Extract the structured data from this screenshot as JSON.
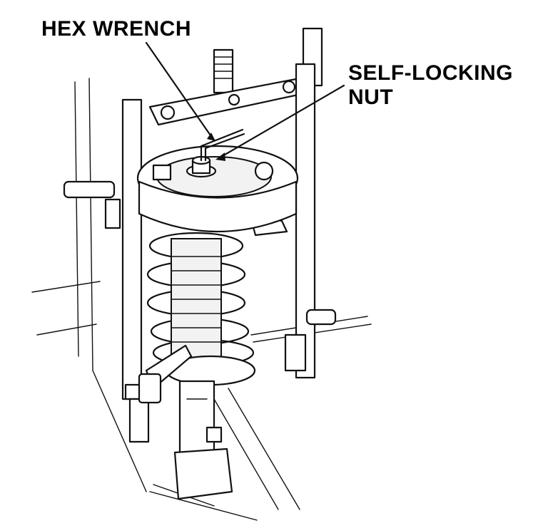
{
  "figure": {
    "callouts": [
      {
        "id": "hex",
        "text": "HEX WRENCH"
      },
      {
        "id": "nut",
        "text_line1": "SELF-LOCKING",
        "text_line2": "NUT"
      }
    ],
    "colors": {
      "ink": "#111111",
      "background": "#ffffff"
    }
  }
}
